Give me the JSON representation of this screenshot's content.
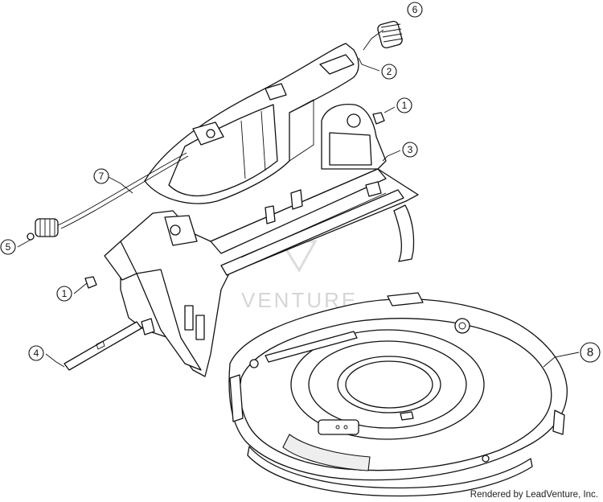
{
  "diagram": {
    "callouts": {
      "c1a": "1",
      "c1b": "1",
      "c2": "2",
      "c3": "3",
      "c4": "4",
      "c5": "5",
      "c6": "6",
      "c7": "7",
      "c8": "8"
    },
    "watermark": "VENTURE",
    "credit": "Rendered by LeadVenture, Inc."
  },
  "colors": {
    "line": "#111111",
    "background": "#ffffff",
    "watermark": "#d6d6d6"
  }
}
